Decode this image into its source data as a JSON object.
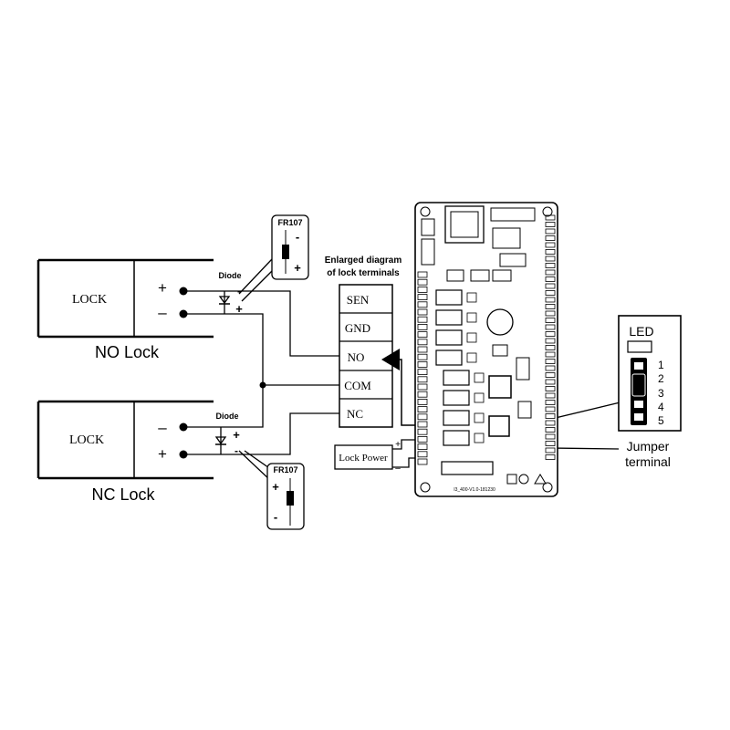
{
  "no_lock": {
    "box_label": "LOCK",
    "plus": "+",
    "minus": "–",
    "caption": "NO Lock",
    "diode_label": "Diode",
    "diode_minus": "-",
    "diode_plus": "+"
  },
  "nc_lock": {
    "box_label": "LOCK",
    "plus": "+",
    "minus": "–",
    "caption": "NC Lock",
    "diode_label": "Diode",
    "diode_minus": "-",
    "diode_plus": "+"
  },
  "fr107_top": {
    "label": "FR107",
    "minus": "-",
    "plus": "+"
  },
  "fr107_bottom": {
    "label": "FR107",
    "minus": "-",
    "plus": "+"
  },
  "enlarged_caption": {
    "line1": "Enlarged diagram",
    "line2": "of lock terminals"
  },
  "terminals": [
    "SEN",
    "GND",
    "NO",
    "COM",
    "NC"
  ],
  "lock_power": {
    "label": "Lock Power",
    "plus": "+",
    "minus": "–"
  },
  "board": {
    "silkscreen": "I3_400-V1.0-181230"
  },
  "jumper": {
    "led_label": "LED",
    "pins": [
      "1",
      "2",
      "3",
      "4",
      "5"
    ],
    "caption_line1": "Jumper",
    "caption_line2": "terminal"
  }
}
